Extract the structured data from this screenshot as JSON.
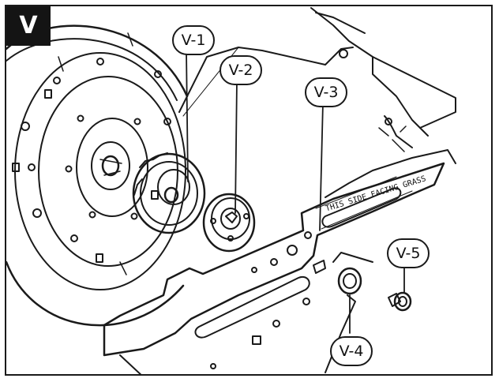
{
  "diagram": {
    "step_label": "V",
    "callouts": [
      {
        "id": "v1",
        "label": "V-1"
      },
      {
        "id": "v2",
        "label": "V-2"
      },
      {
        "id": "v3",
        "label": "V-3"
      },
      {
        "id": "v4",
        "label": "V-4"
      },
      {
        "id": "v5",
        "label": "V-5"
      }
    ],
    "blade_text": "THIS SIDE FACING GRASS"
  }
}
